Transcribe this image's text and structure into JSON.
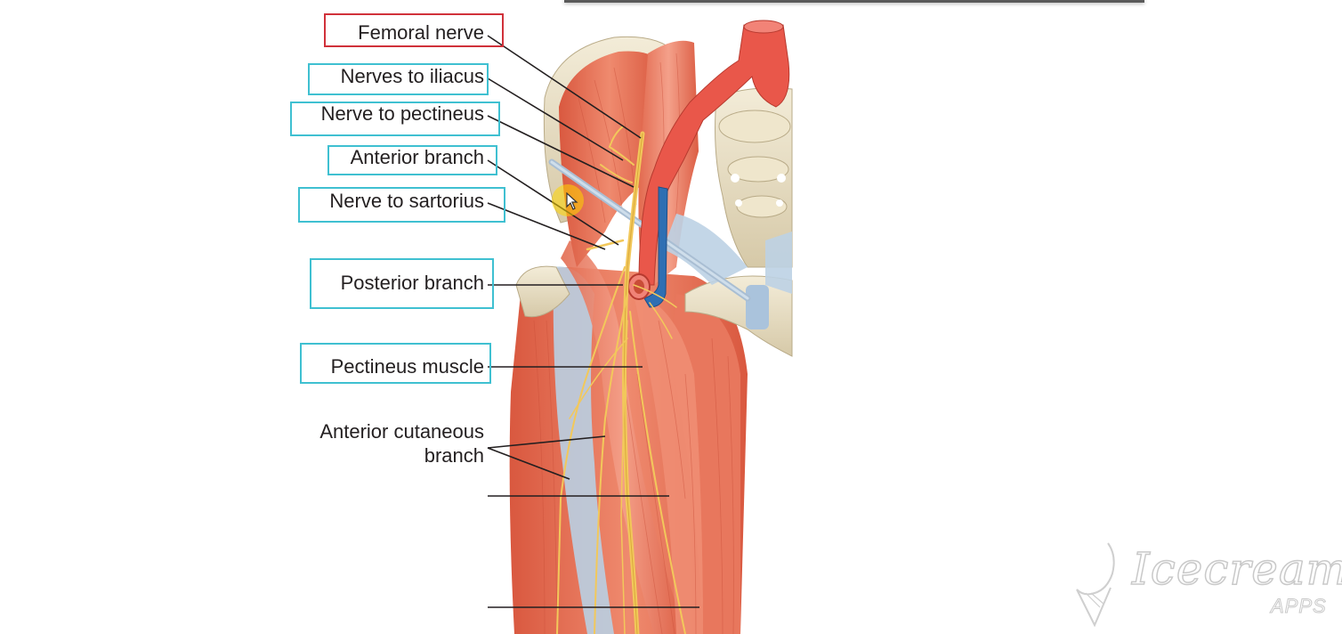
{
  "labels": {
    "femoral_nerve": "Femoral nerve",
    "nerves_to_iliacus": "Nerves to iliacus",
    "nerve_to_pectineus": "Nerve to pectineus",
    "anterior_branch": "Anterior branch",
    "nerve_to_sartorius": "Nerve to sartorius",
    "posterior_branch": "Posterior branch",
    "pectineus_muscle": "Pectineus muscle",
    "anterior_cutaneous_line1": "Anterior cutaneous",
    "anterior_cutaneous_line2": "branch"
  },
  "watermark": {
    "brand": "Icecream",
    "sub": "APPS"
  },
  "colors": {
    "highlight_box": "#3fc0d1",
    "active_box": "#d0313a",
    "muscle": "#e8775d",
    "nerve": "#f2c85b",
    "artery": "#e9574a",
    "vein": "#2f6fb3",
    "bone": "#e9e0c7",
    "ligament": "#b7cde0"
  },
  "icons": {
    "cursor": "pointer-cursor-icon",
    "logo": "icecream-apps-logo"
  }
}
